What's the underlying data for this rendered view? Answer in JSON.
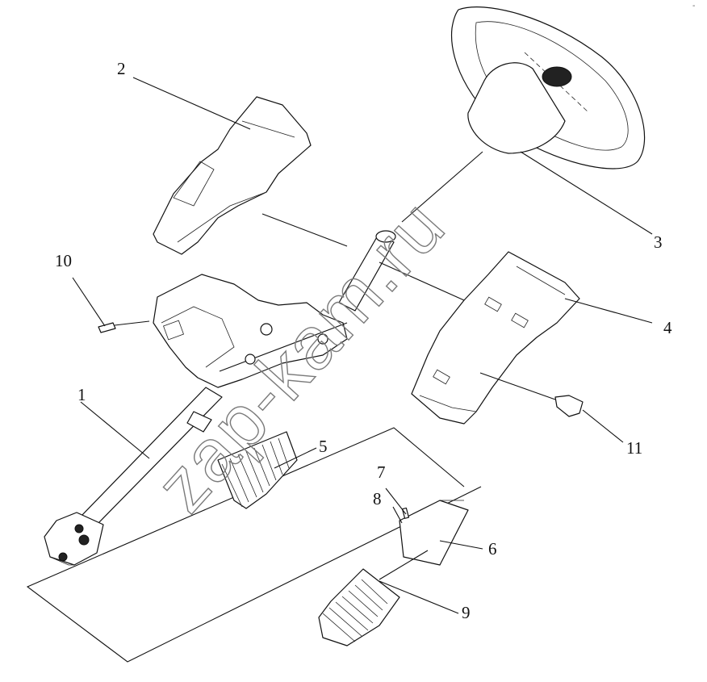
{
  "diagram": {
    "callouts": [
      {
        "id": "1",
        "label": "1"
      },
      {
        "id": "2",
        "label": "2"
      },
      {
        "id": "3",
        "label": "3"
      },
      {
        "id": "4",
        "label": "4"
      },
      {
        "id": "5",
        "label": "5"
      },
      {
        "id": "6",
        "label": "6"
      },
      {
        "id": "7",
        "label": "7"
      },
      {
        "id": "8",
        "label": "8"
      },
      {
        "id": "9",
        "label": "9"
      },
      {
        "id": "10",
        "label": "10"
      },
      {
        "id": "11",
        "label": "11"
      }
    ],
    "watermark": "zap-kam.ru",
    "corner_mark": "-",
    "colors": {
      "ink": "#111111",
      "watermark": "#7a7a7a",
      "background": "#ffffff"
    }
  }
}
